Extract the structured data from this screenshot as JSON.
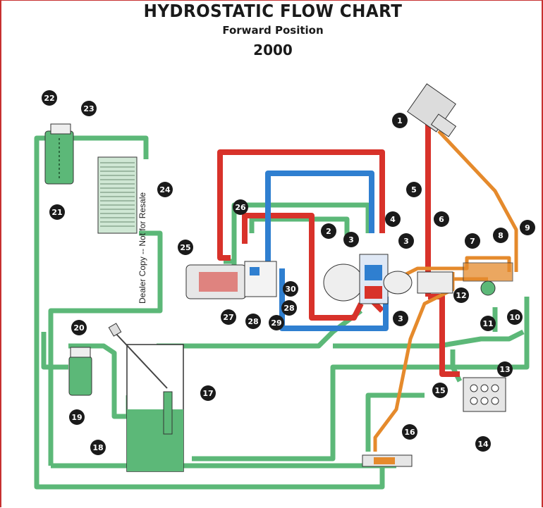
{
  "header": {
    "title": "HYDROSTATIC FLOW CHART",
    "subtitle": "Forward Position",
    "model": "2000"
  },
  "watermark": "Dealer Copy -- Not for Resale",
  "colors": {
    "suction_return": "#5cb878",
    "high_pressure": "#d8322a",
    "low_pressure": "#2f7fd0",
    "charge": "#e58a2c",
    "callout": "#1a1a1a"
  },
  "callouts": [
    "1",
    "2",
    "3",
    "3",
    "3",
    "4",
    "5",
    "6",
    "7",
    "8",
    "9",
    "10",
    "11",
    "12",
    "13",
    "14",
    "15",
    "16",
    "17",
    "18",
    "19",
    "20",
    "21",
    "22",
    "23",
    "24",
    "25",
    "26",
    "27",
    "28",
    "28",
    "29",
    "30"
  ]
}
